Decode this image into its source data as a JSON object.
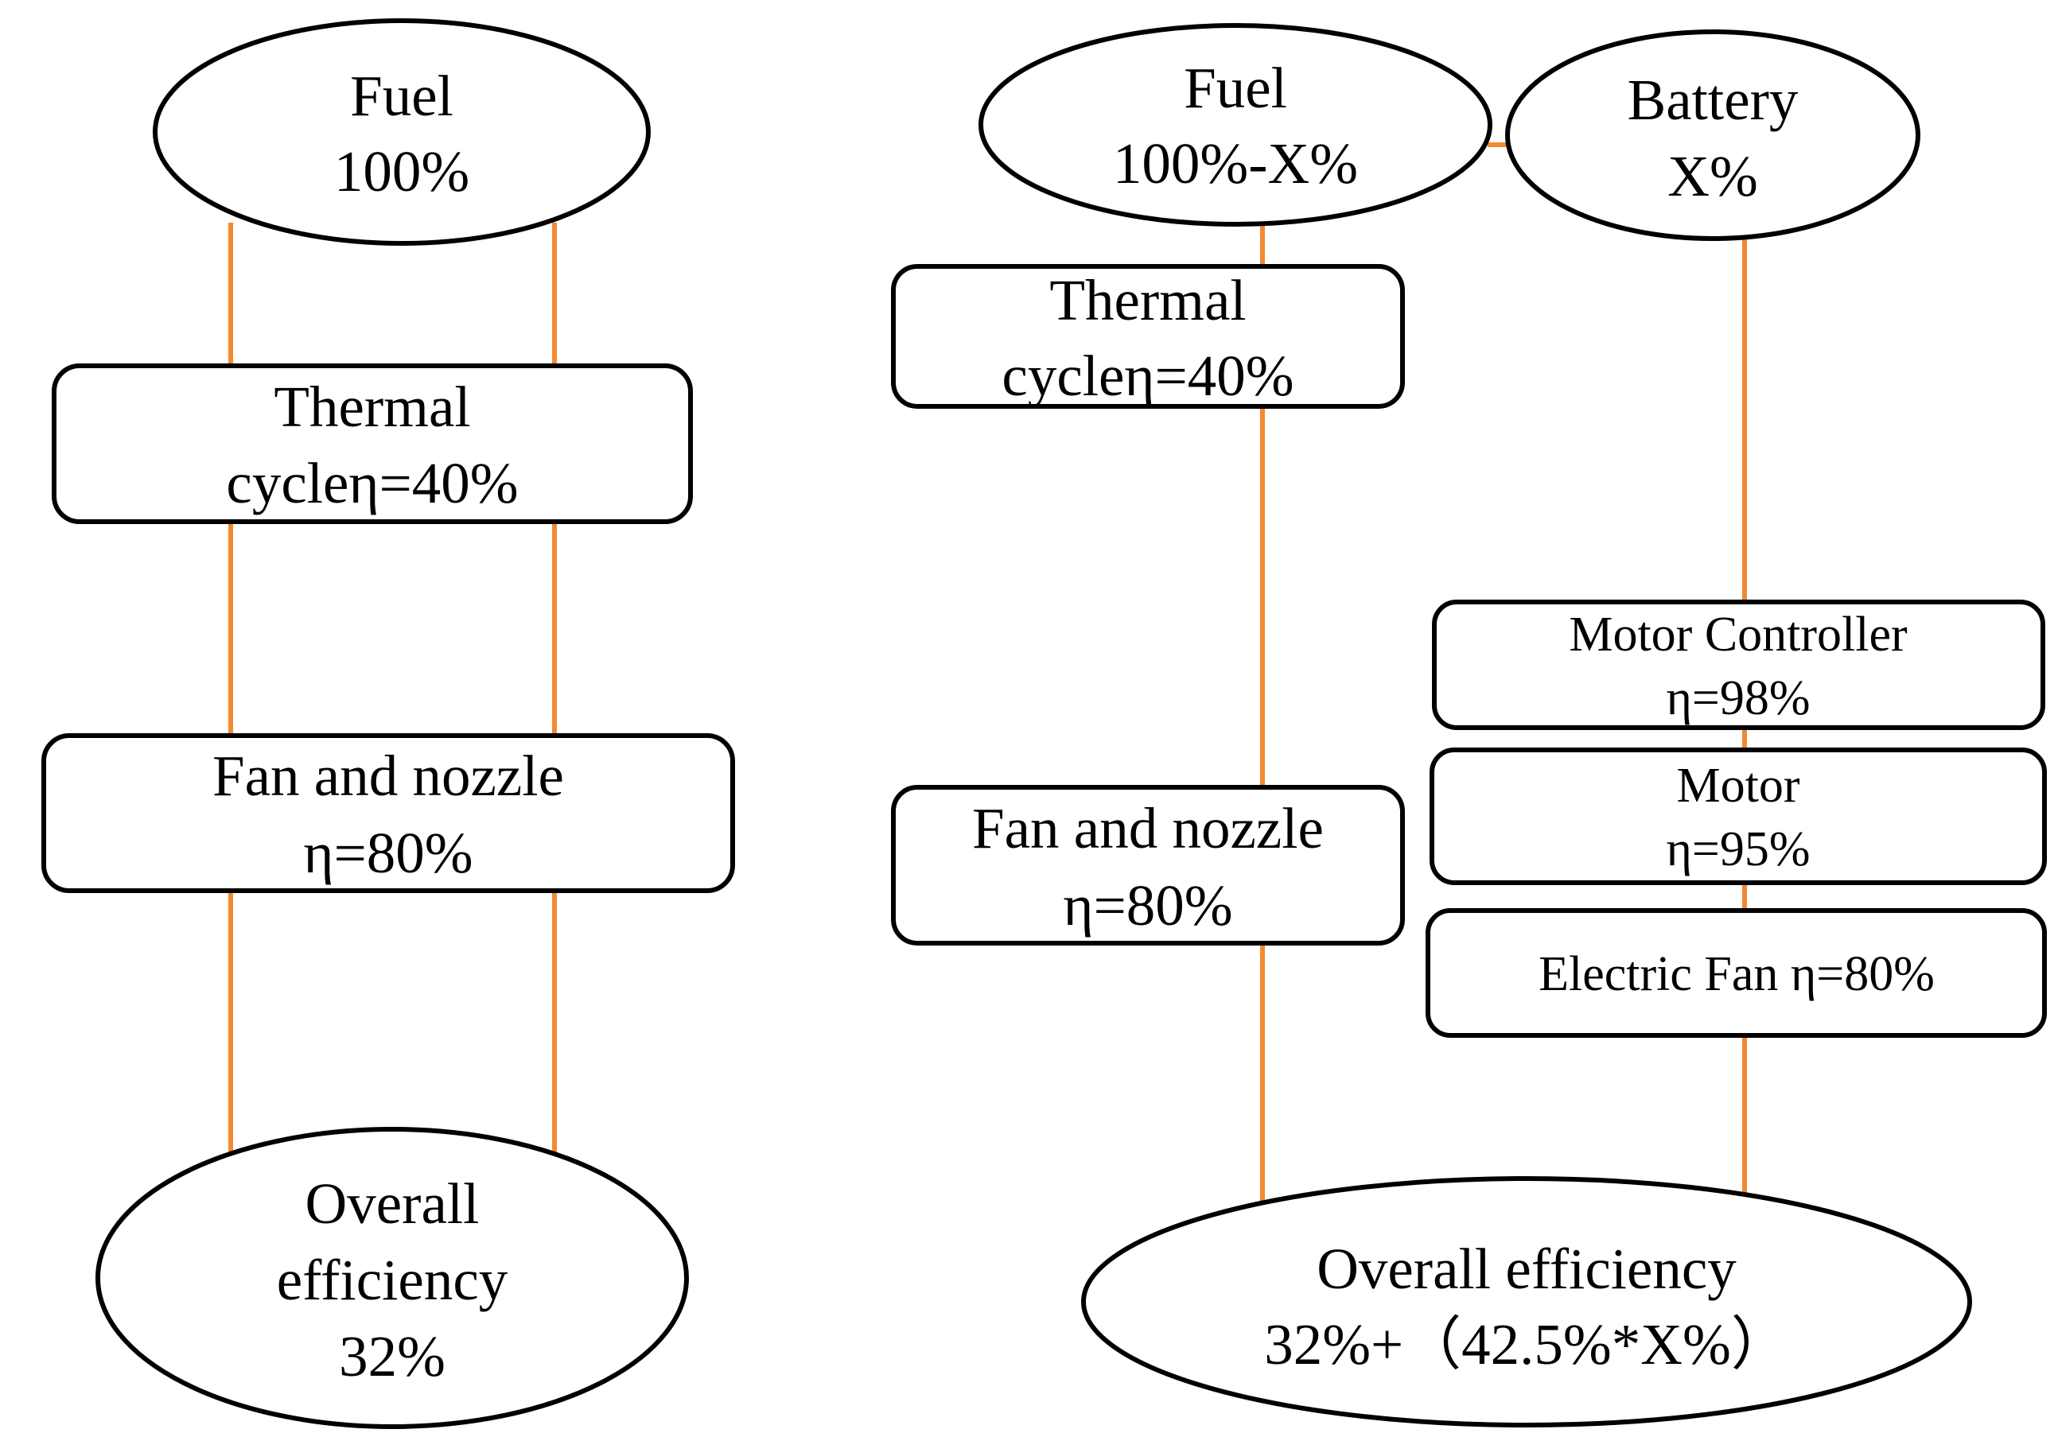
{
  "left_diagram": {
    "fuel": {
      "line1": "Fuel",
      "line2": "100%"
    },
    "thermal": {
      "line1": "Thermal",
      "line2": "cycleη=40%"
    },
    "fan_nozzle": {
      "line1": "Fan and nozzle",
      "line2": "η=80%"
    },
    "overall": {
      "line1": "Overall",
      "line2": "efficiency",
      "line3": "32%"
    }
  },
  "right_diagram": {
    "fuel": {
      "line1": "Fuel",
      "line2": "100%-X%"
    },
    "battery": {
      "line1": "Battery",
      "line2": "X%"
    },
    "thermal": {
      "line1": "Thermal",
      "line2": "cycleη=40%"
    },
    "fan_nozzle": {
      "line1": "Fan and nozzle",
      "line2": "η=80%"
    },
    "motor_controller": {
      "line1": "Motor Controller",
      "line2": "η=98%"
    },
    "motor": {
      "line1": "Motor",
      "line2": "η=95%"
    },
    "electric_fan": {
      "label": "Electric Fan η=80%"
    },
    "overall": {
      "line1": "Overall efficiency",
      "line2": "32%+（42.5%*X%）"
    }
  },
  "colors": {
    "connector": "#f28a30",
    "outline": "#000000",
    "background": "#ffffff"
  }
}
